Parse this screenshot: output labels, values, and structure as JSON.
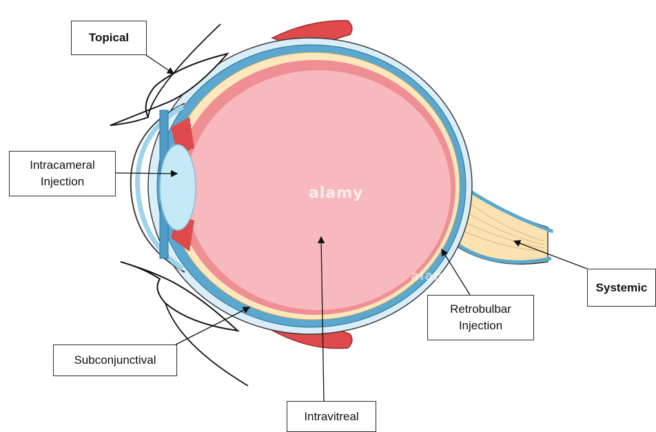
{
  "labels": {
    "topical": "Topical",
    "intracameral": "Intracameral\nInjection",
    "subconjunctival": "Subconjunctival",
    "intravitreal": "Intravitreal",
    "retrobulbar": "Retrobulbar\nInjection",
    "systemic": "Systemic"
  },
  "watermark": "alamy",
  "colors": {
    "vitreous": "#f7b9bd",
    "retina": "#ef8e93",
    "choroid": "#fde8bd",
    "sclera_outer": "#5aa7cf",
    "sclera_light": "#d9eef8",
    "lens": "#c6e9f7",
    "muscle": "#e04a4a",
    "optic_nerve": "#fbe2b0"
  }
}
